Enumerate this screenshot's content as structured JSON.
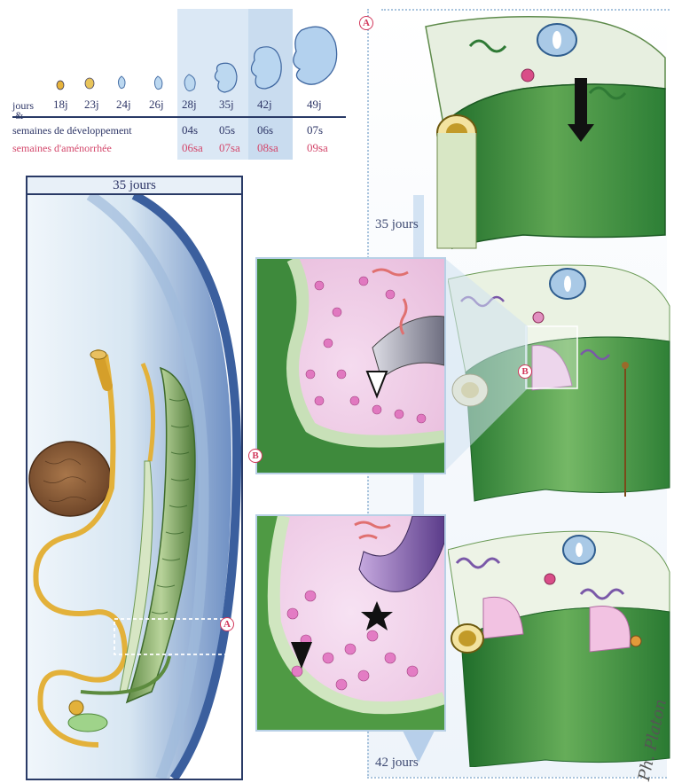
{
  "timeline": {
    "jours_label": "jours",
    "ampersand": "&",
    "dev_label": "semaines de développement",
    "amen_label": "semaines d'aménorrhée",
    "days": [
      "18j",
      "23j",
      "24j",
      "26j",
      "28j",
      "35j",
      "42j",
      "49j"
    ],
    "dev_weeks": [
      "04s",
      "05s",
      "06s",
      "07s"
    ],
    "amen_weeks": [
      "06sa",
      "07sa",
      "08sa",
      "09sa"
    ]
  },
  "left_panel": {
    "title": "35 jours",
    "marker": "A"
  },
  "right_column": {
    "marker_top": "A",
    "marker_mid": "B",
    "day_label_top": "35 jours",
    "day_label_bottom": "42 jours"
  },
  "inset_top": {
    "marker": "B"
  },
  "signature": "Ph. Platon",
  "colors": {
    "accent": "#d1365a",
    "navy": "#293a66",
    "green": "#2f8a3c",
    "yellow": "#e3b13a",
    "pink": "#e48ec6"
  }
}
